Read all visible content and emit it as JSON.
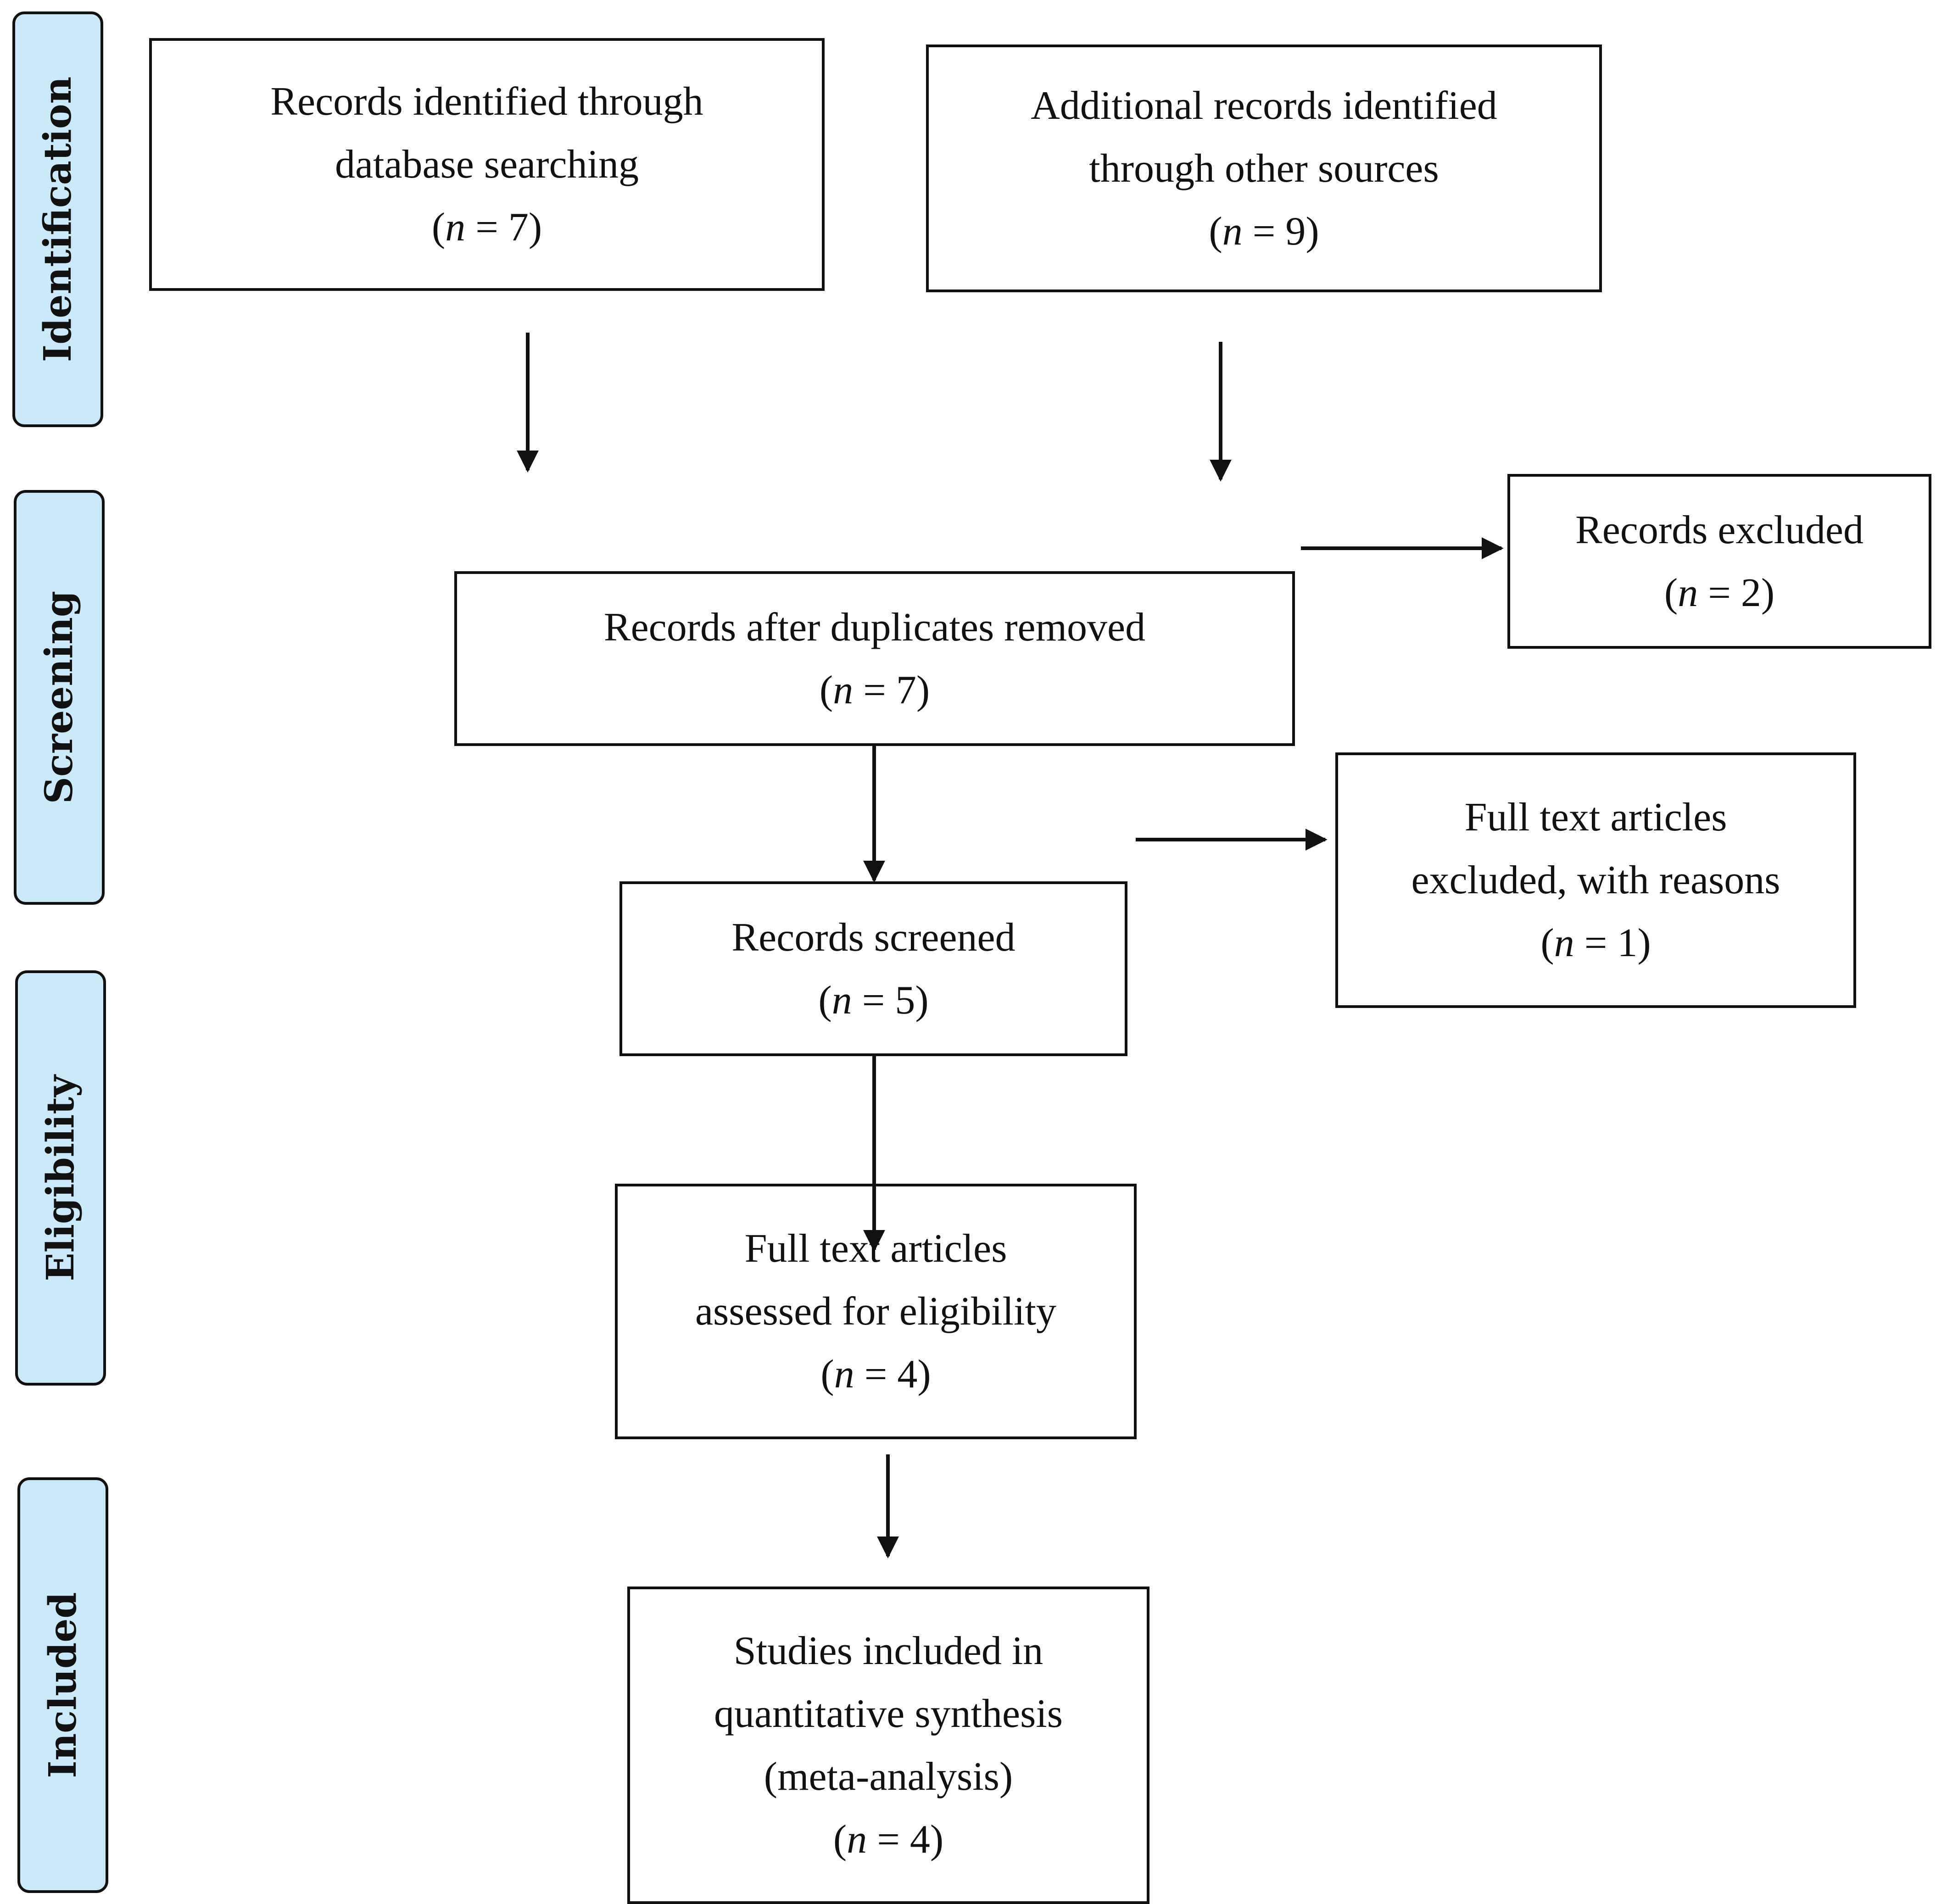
{
  "stages": [
    {
      "id": "identification",
      "label": "Identification"
    },
    {
      "id": "screening",
      "label": "Screening"
    },
    {
      "id": "eligibility",
      "label": "Eligibility"
    },
    {
      "id": "included",
      "label": "Included"
    }
  ],
  "boxes": {
    "database_records": {
      "lines": [
        "Records identified through",
        "database searching"
      ],
      "count": {
        "open": "(",
        "var": "n",
        "eq": " = 7)"
      }
    },
    "other_sources": {
      "lines": [
        "Additional records identified",
        "through other sources"
      ],
      "count": {
        "open": "(",
        "var": "n",
        "eq": " = 9)"
      }
    },
    "records_excluded": {
      "lines": [
        "Records excluded"
      ],
      "count": {
        "open": "(",
        "var": "n",
        "eq": " = 2)"
      }
    },
    "duplicates_removed": {
      "lines": [
        "Records after duplicates removed"
      ],
      "count": {
        "open": "(",
        "var": "n",
        "eq": " = 7)"
      }
    },
    "fulltext_excluded": {
      "lines": [
        "Full text articles",
        "excluded, with reasons"
      ],
      "count": {
        "open": "(",
        "var": "n",
        "eq": " = 1)"
      }
    },
    "records_screened": {
      "lines": [
        "Records screened"
      ],
      "count": {
        "open": "(",
        "var": "n",
        "eq": " = 5)"
      }
    },
    "fulltext_assessed": {
      "lines": [
        "Full text articles",
        "assessed for eligibility"
      ],
      "count": {
        "open": "(",
        "var": "n",
        "eq": " = 4)"
      }
    },
    "studies_included": {
      "lines": [
        "Studies included in",
        "quantitative synthesis",
        "(meta-analysis)"
      ],
      "count": {
        "open": "(",
        "var": "n",
        "eq": " = 4)"
      }
    }
  },
  "colors": {
    "stage_fill": "#cce9fb",
    "stroke": "#111111",
    "box_fill": "#ffffff"
  }
}
